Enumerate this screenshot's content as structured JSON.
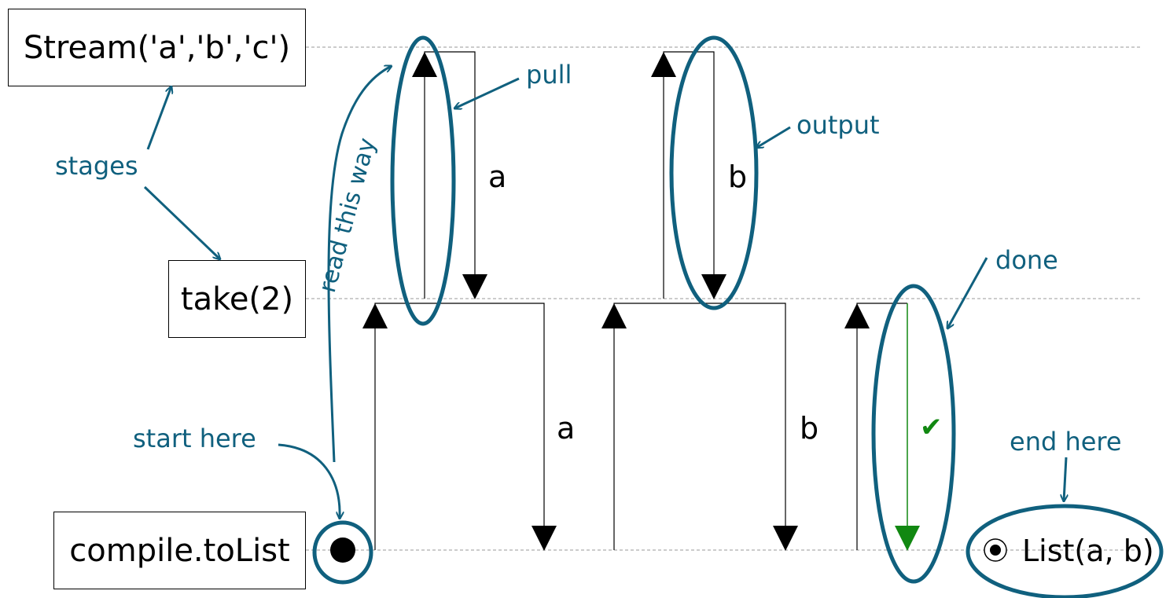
{
  "stages": {
    "stream": "Stream('a','b','c')",
    "take": "take(2)",
    "sink": "compile.toList"
  },
  "elements": {
    "a1": "a",
    "b1": "b",
    "a2": "a",
    "b2": "b",
    "check": "✔",
    "result": "List(a, b)"
  },
  "annotations": {
    "pull": "pull",
    "output": "output",
    "done": "done",
    "stages": "stages",
    "read_this_way": "read this way",
    "start_here": "start here",
    "end_here": "end here"
  },
  "colors": {
    "annotation": "#10607e",
    "done_signal": "#118811",
    "line": "#000000",
    "guide": "#999999"
  }
}
